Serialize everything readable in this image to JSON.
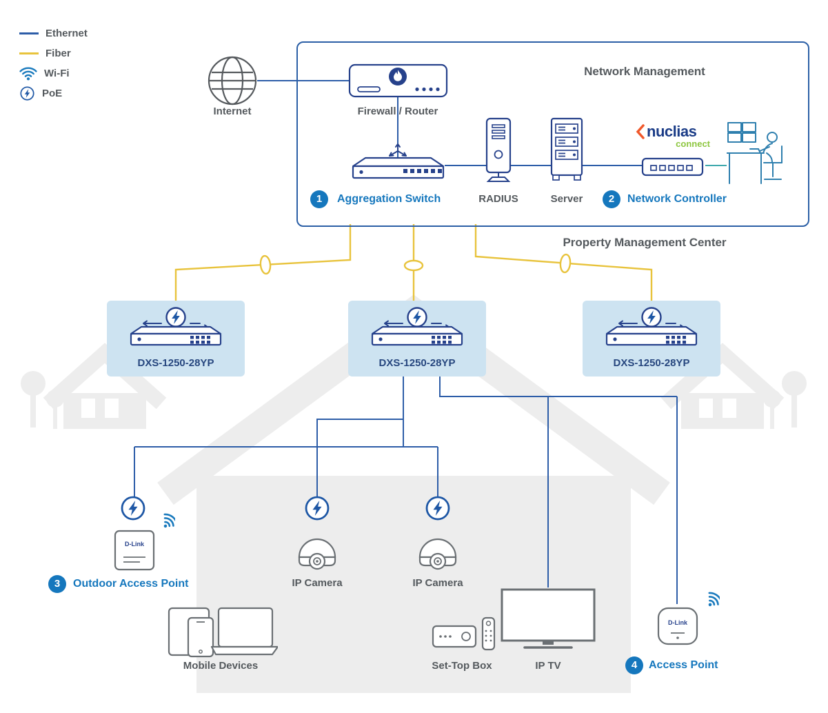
{
  "legend": {
    "ethernet": "Ethernet",
    "fiber": "Fiber",
    "wifi": "Wi-Fi",
    "poe": "PoE"
  },
  "management": {
    "title": "Network Management",
    "internet": "Internet",
    "firewall": "Firewall / Router",
    "aggregation_badge": "1",
    "aggregation": "Aggregation Switch",
    "radius": "RADIUS",
    "server": "Server",
    "controller_badge": "2",
    "controller": "Network Controller",
    "nuclias_brand": "nuclias",
    "nuclias_sub": "connect"
  },
  "property_label": "Property Management Center",
  "switches": [
    {
      "model": "DXS-1250-28YP"
    },
    {
      "model": "DXS-1250-28YP"
    },
    {
      "model": "DXS-1250-28YP"
    }
  ],
  "endpoints": {
    "outdoor_badge": "3",
    "outdoor_label": "Outdoor Access Point",
    "outdoor_brand": "D-Link",
    "camera1": "IP Camera",
    "camera2": "IP Camera",
    "mobile": "Mobile Devices",
    "stb": "Set-Top Box",
    "iptv": "IP TV",
    "ap_badge": "4",
    "ap_label": "Access Point",
    "ap_brand": "D-Link"
  },
  "colors": {
    "ethernet": "#2d5da8",
    "fiber": "#e8c33c",
    "accent_blue": "#1577bd",
    "device_navy": "#26418b",
    "device_gray": "#6a6f73",
    "label_gray": "#54595d",
    "switch_box_fill": "#cde3f1",
    "nuclias_navy": "#1b3c87",
    "nuclias_green": "#8dc63f",
    "nuclias_orange": "#f0582b",
    "teal_link": "#3fa9ad"
  }
}
